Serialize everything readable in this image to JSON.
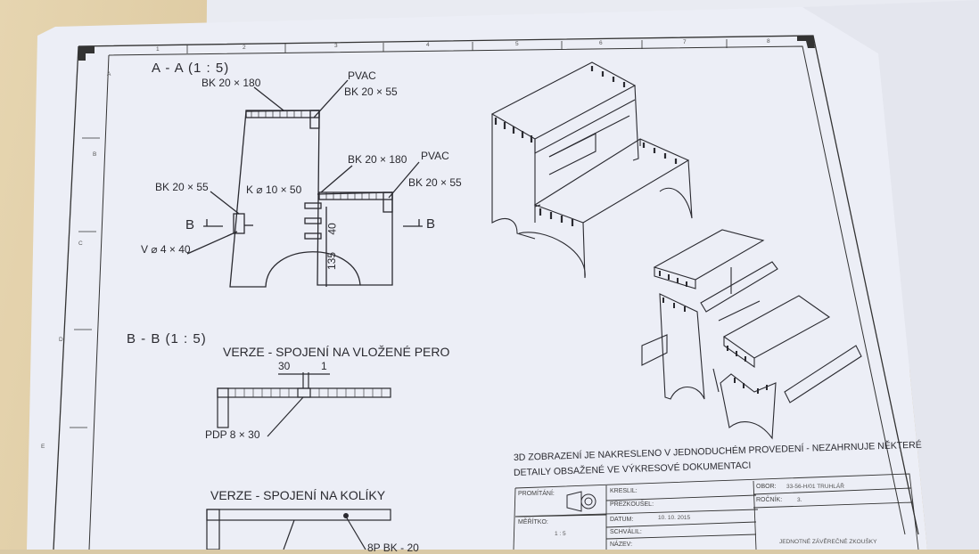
{
  "section_aa": {
    "title": "A - A  (1 : 5)",
    "labels": {
      "bk_top_long": "BK 20 × 180",
      "pvac_top": "PVAC",
      "bk_top_short": "BK 20 × 55",
      "bk_mid_long": "BK 20 × 180",
      "pvac_mid": "PVAC",
      "bk_mid_short": "BK 20 × 55",
      "bk_left": "BK 20 × 55",
      "dowel": "K ⌀ 10 × 50",
      "b_left": "B",
      "b_right": "B",
      "screw": "V ⌀ 4 × 40",
      "dim_40": "40",
      "dim_135": "135"
    }
  },
  "section_bb": {
    "title": "B - B  (1 : 5)",
    "verze_pero": "VERZE - SPOJENÍ NA VLOŽENÉ PERO",
    "dim_30": "30",
    "dim_1": "1",
    "pdp": "PDP 8 × 30",
    "verze_koliky": "VERZE - SPOJENÍ NA KOLÍKY",
    "cut_label": "8P BK - 20"
  },
  "note": {
    "line1": "3D ZOBRAZENÍ JE NAKRESLENO V JEDNODUCHÉM PROVEDENÍ - NEZAHRNUJE NĚKTERÉ",
    "line2": "DETAILY OBSAŽENÉ VE VÝKRESOVÉ DOKUMENTACI"
  },
  "title_block": {
    "promitani": "PROMÍTÁNÍ:",
    "kreslil": "KRESLIL:",
    "prezkousel": "PŘEZKOUŠEL:",
    "meritko": "MĚŘÍTKO:",
    "meritko_value": "1 : 5",
    "datum": "DATUM:",
    "datum_value": "10. 10. 2015",
    "schvalil": "SCHVÁLIL:",
    "nazev": "NÁZEV:",
    "obor": "OBOR:",
    "obor_value": "33-56-H/01 TRUHLÁŘ",
    "rocnik": "ROČNÍK:",
    "rocnik_value": "3.",
    "zkouska": "JEDNOTNÉ ZÁVĚREČNÉ ZKOUŠKY"
  },
  "border": {
    "cols": [
      "1",
      "2",
      "3",
      "4",
      "5",
      "6",
      "7",
      "8"
    ],
    "rows": [
      "A",
      "B",
      "C",
      "D",
      "E"
    ]
  },
  "colors": {
    "paper": "#eceef6",
    "ink": "#2a2a30",
    "wood": "#dcc89d"
  }
}
